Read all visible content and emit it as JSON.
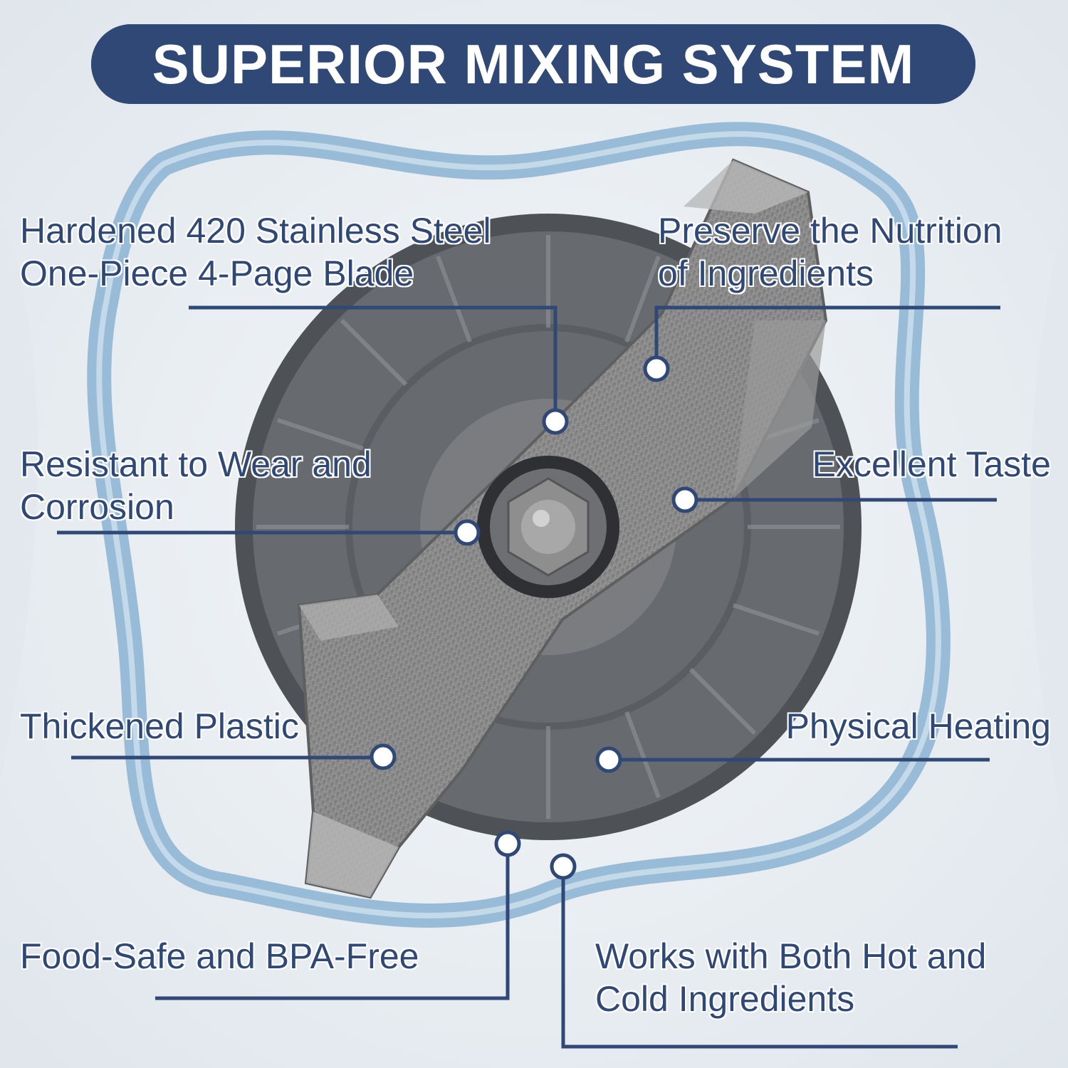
{
  "title": "SUPERIOR MIXING SYSTEM",
  "colors": {
    "navy": "#2f4876",
    "ring": "#8fb6d4",
    "steel": "#8c8c8c",
    "base": "#5e6165",
    "background": "#e9eef2"
  },
  "features": {
    "blade": {
      "line1": "Hardened 420 Stainless Steel",
      "line2": "One-Piece 4-Page Blade"
    },
    "nutrition": {
      "line1": "Preserve the Nutrition",
      "line2": "of Ingredients"
    },
    "wear": {
      "line1": "Resistant to Wear and",
      "line2": "Corrosion"
    },
    "taste": {
      "line1": "Excellent Taste"
    },
    "plastic": {
      "line1": "Thickened Plastic"
    },
    "heating": {
      "line1": "Physical Heating"
    },
    "food_safe": {
      "line1": "Food-Safe and BPA-Free"
    },
    "hot_cold": {
      "line1": "Works with Both Hot and",
      "line2": "Cold Ingredients"
    }
  }
}
